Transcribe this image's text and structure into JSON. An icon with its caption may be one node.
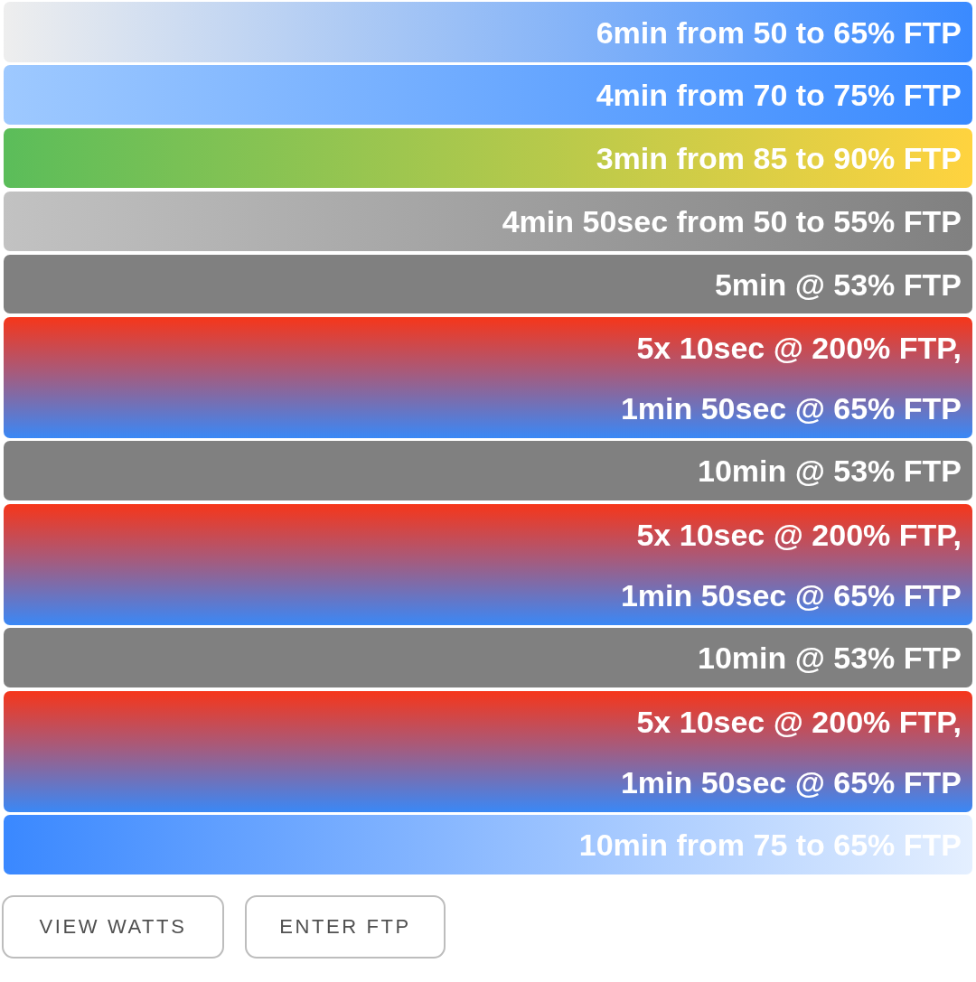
{
  "diagram": {
    "nodes": [
      {
        "text": [
          "6min from 50 to 65% FTP"
        ]
      },
      {
        "text": [
          "4min from 70 to 75% FTP"
        ]
      },
      {
        "text": [
          "3min from 85 to 90% FTP"
        ]
      },
      {
        "text": [
          "4min 50sec from 50 to 55% FTP"
        ]
      },
      {
        "text": [
          "5min @ 53% FTP"
        ]
      },
      {
        "text": [
          "5x 10sec @ 200% FTP,",
          "1min 50sec @ 65% FTP"
        ]
      },
      {
        "text": [
          "10min @ 53% FTP"
        ]
      },
      {
        "text": [
          "5x 10sec @ 200% FTP,",
          "1min 50sec @ 65% FTP"
        ]
      },
      {
        "text": [
          "10min @ 53% FTP"
        ]
      },
      {
        "text": [
          "5x 10sec @ 200% FTP,",
          "1min 50sec @ 65% FTP"
        ]
      },
      {
        "text": [
          "10min from 75 to 65% FTP"
        ]
      },
      {
        "text": [
          "VIEW WATTS"
        ]
      },
      {
        "text": [
          "ENTER FTP"
        ]
      }
    ],
    "edges": []
  }
}
